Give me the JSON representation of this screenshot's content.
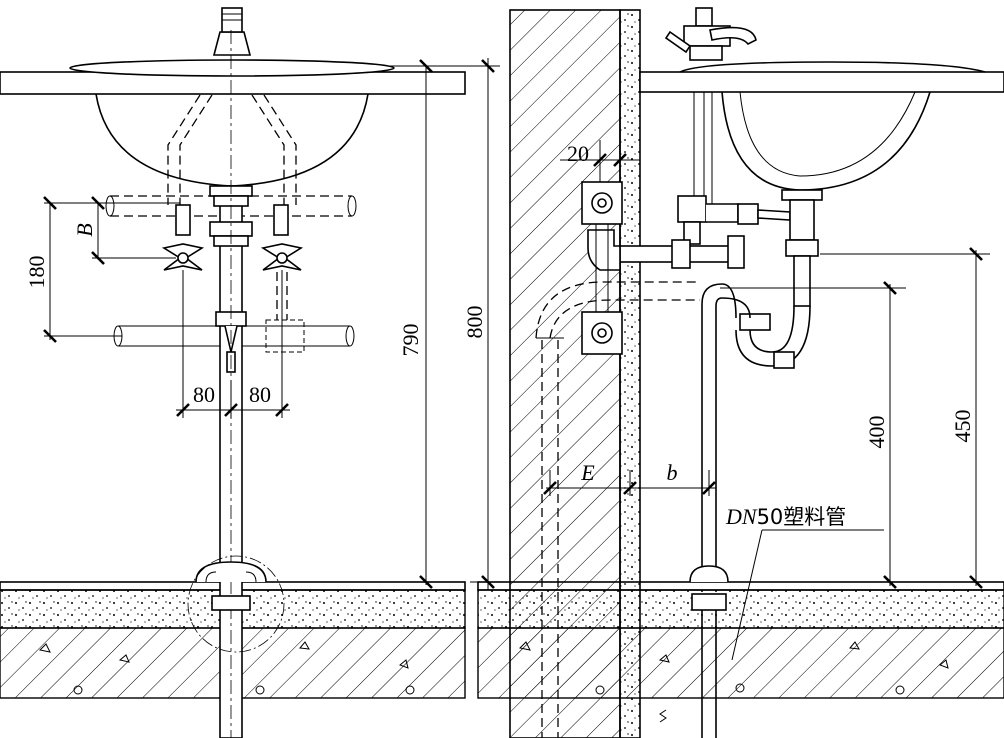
{
  "left_view": {
    "dim_790": "790",
    "dim_180": "180",
    "dim_B": "B",
    "dim_80_left": "80",
    "dim_80_right": "80"
  },
  "right_view": {
    "dim_800": "800",
    "dim_20": "20",
    "dim_400": "400",
    "dim_450": "450",
    "dim_E": "E",
    "dim_b": "b",
    "pipe_label_dn": "DN",
    "pipe_label_rest": "50塑料管"
  }
}
